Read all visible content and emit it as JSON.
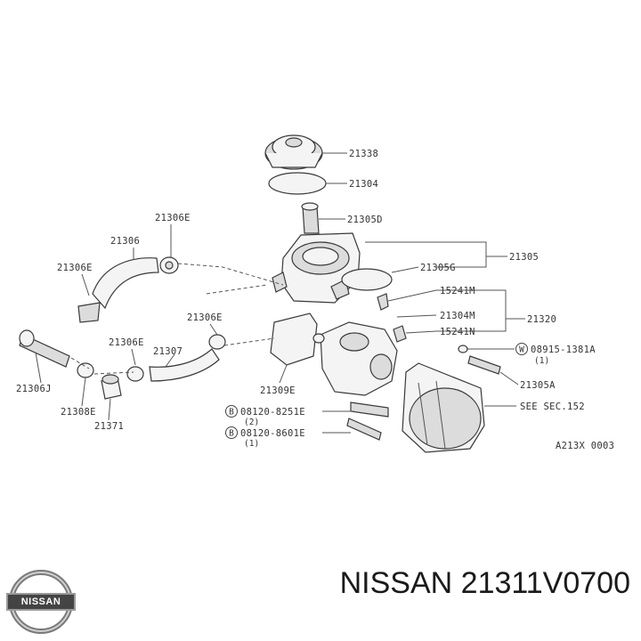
{
  "callouts": {
    "p21338": "21338",
    "p21304": "21304",
    "p21305D": "21305D",
    "p21305": "21305",
    "p21305G": "21305G",
    "p15241M": "15241M",
    "p21304M": "21304M",
    "p21320": "21320",
    "p15241N": "15241N",
    "p08915": "08915-1381A",
    "p08915_qty": "(1)",
    "p21305A": "21305A",
    "see_sec": "SEE SEC.152",
    "p08120_8251": "08120-8251E",
    "p08120_8251_qty": "(2)",
    "p08120_8601": "08120-8601E",
    "p08120_8601_qty": "(1)",
    "p21306E_top": "21306E",
    "p21306": "21306",
    "p21306E_left": "21306E",
    "p21306E_mid": "21306E",
    "p21306E_low": "21306E",
    "p21307": "21307",
    "p21306J": "21306J",
    "p21308E": "21308E",
    "p21371": "21371",
    "p21309E": "21309E",
    "circle_W": "W",
    "circle_B1": "B",
    "circle_B2": "B"
  },
  "diagram_code": "A213X 0003",
  "brand_logo_text": "NISSAN",
  "footer": "NISSAN 21311V0700"
}
